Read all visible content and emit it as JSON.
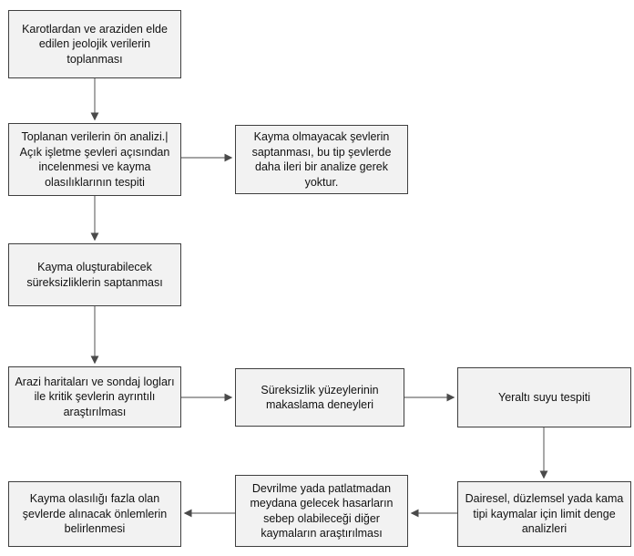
{
  "diagram": {
    "title": "Open pit slope stability analysis flowchart",
    "background_color": "#ffffff",
    "node_fill_color": "#f2f2f2",
    "node_border_color": "#3f3f3f",
    "connector_color": "#6e6e6e",
    "arrowhead_color": "#4a4a4a",
    "text_color": "#111111"
  },
  "nodes": [
    {
      "id": "collect-geologic-data",
      "label": "Karotlardan ve araziden elde edilen jeolojik verilerin toplanması"
    },
    {
      "id": "preliminary-analysis",
      "label": "Toplanan verilerin ön analizi.| Açık işletme şevleri açısından incelenmesi ve kayma olasılıklarının tespiti"
    },
    {
      "id": "no-slide-slopes",
      "label": "Kayma olmayacak şevlerin saptanması, bu tip şevlerde daha ileri bir analize gerek yoktur."
    },
    {
      "id": "discontinuity-detection",
      "label": "Kayma oluşturabilecek süreksizliklerin saptanması"
    },
    {
      "id": "critical-slope-research",
      "label": "Arazi haritaları ve sondaj logları ile kritik şevlerin ayrıntılı araştırılması"
    },
    {
      "id": "shear-tests",
      "label": "Süreksizlik yüzeylerinin makaslama deneyleri"
    },
    {
      "id": "groundwater-detection",
      "label": "Yeraltı suyu tespiti"
    },
    {
      "id": "limit-equilibrium-analysis",
      "label": "Dairesel, düzlemsel yada kama tipi kaymalar için limit denge analizleri"
    },
    {
      "id": "other-slides-research",
      "label": "Devrilme yada patlatmadan meydana gelecek hasarların sebep olabileceği diğer kaymaların araştırılması"
    },
    {
      "id": "determine-precautions",
      "label": "Kayma olasılığı fazla olan şevlerde alınacak önlemlerin belirlenmesi"
    }
  ],
  "edges": [
    {
      "from": "collect-geologic-data",
      "to": "preliminary-analysis",
      "direction": "down"
    },
    {
      "from": "preliminary-analysis",
      "to": "no-slide-slopes",
      "direction": "right"
    },
    {
      "from": "preliminary-analysis",
      "to": "discontinuity-detection",
      "direction": "down"
    },
    {
      "from": "discontinuity-detection",
      "to": "critical-slope-research",
      "direction": "down"
    },
    {
      "from": "critical-slope-research",
      "to": "shear-tests",
      "direction": "right"
    },
    {
      "from": "shear-tests",
      "to": "groundwater-detection",
      "direction": "right"
    },
    {
      "from": "groundwater-detection",
      "to": "limit-equilibrium-analysis",
      "direction": "down"
    },
    {
      "from": "limit-equilibrium-analysis",
      "to": "other-slides-research",
      "direction": "left"
    },
    {
      "from": "other-slides-research",
      "to": "determine-precautions",
      "direction": "left"
    }
  ]
}
